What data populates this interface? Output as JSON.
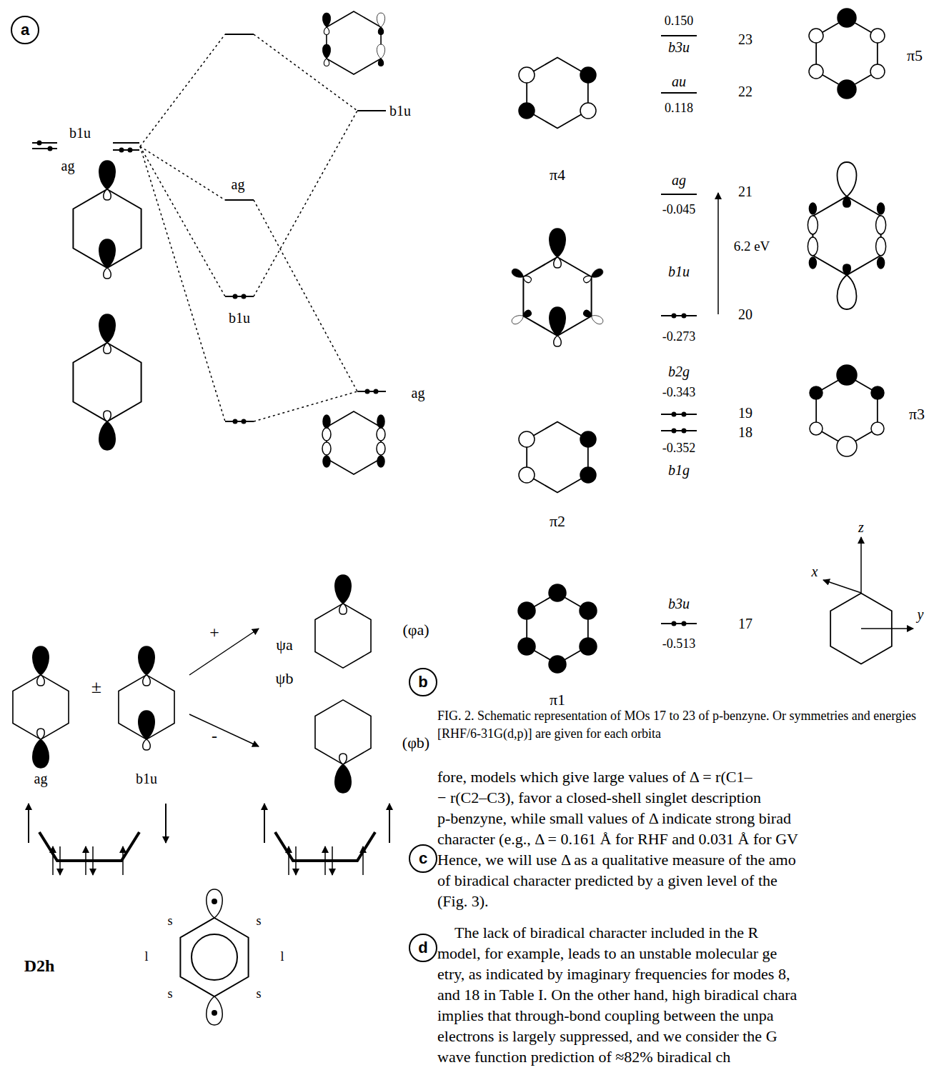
{
  "diagram": {
    "caption": "FIG. 2. Schematic representation of MOs 17 to 23 of p-benzyne. Or symmetries and energies [RHF/6-31G(d,p)] are given for each orbita",
    "nodes": [
      {
        "text": [
          "a"
        ]
      },
      {
        "text": [
          "b"
        ]
      },
      {
        "text": [
          "c"
        ]
      },
      {
        "text": [
          "d"
        ]
      }
    ],
    "labels": [
      "b1u",
      "ag",
      "b1u",
      "ag",
      "b1u",
      "ag",
      "+",
      "-",
      "ψa",
      "ψb",
      "(φa)",
      "(φb)",
      "±",
      "ag",
      "b1u",
      "D2h",
      "s",
      "s",
      "s",
      "s",
      "l",
      "l",
      "0.150",
      "b3u",
      "23",
      "π5",
      "au",
      "22",
      "0.118",
      "π4",
      "ag",
      "21",
      "-0.045",
      "6.2 eV",
      "b1u",
      "20",
      "-0.273",
      "b2g",
      "-0.343",
      "19",
      "18",
      "-0.352",
      "b1g",
      "π3",
      "π2",
      "b3u",
      "17",
      "-0.513",
      "π1",
      "z",
      "x",
      "y",
      "fore, models which give large values of Δ = r(C1–",
      "− r(C2–C3), favor a closed-shell singlet description",
      "p-benzyne, while small values of Δ indicate strong birad",
      "character (e.g., Δ = 0.161 Å for RHF and 0.031 Å for GV",
      "Hence, we will use Δ as a qualitative measure of the amo",
      "of biradical character predicted by a given level of the",
      "(Fig. 3).",
      "The lack of biradical character included in the R",
      "model, for example, leads to an unstable molecular ge",
      "etry, as indicated by imaginary frequencies for modes 8,",
      "and 18 in Table I. On the other hand, high biradical chara",
      "implies that through-bond coupling between the unpa",
      "electrons is largely suppressed, and we consider the G",
      "wave function prediction of ≈82% biradical ch"
    ]
  }
}
